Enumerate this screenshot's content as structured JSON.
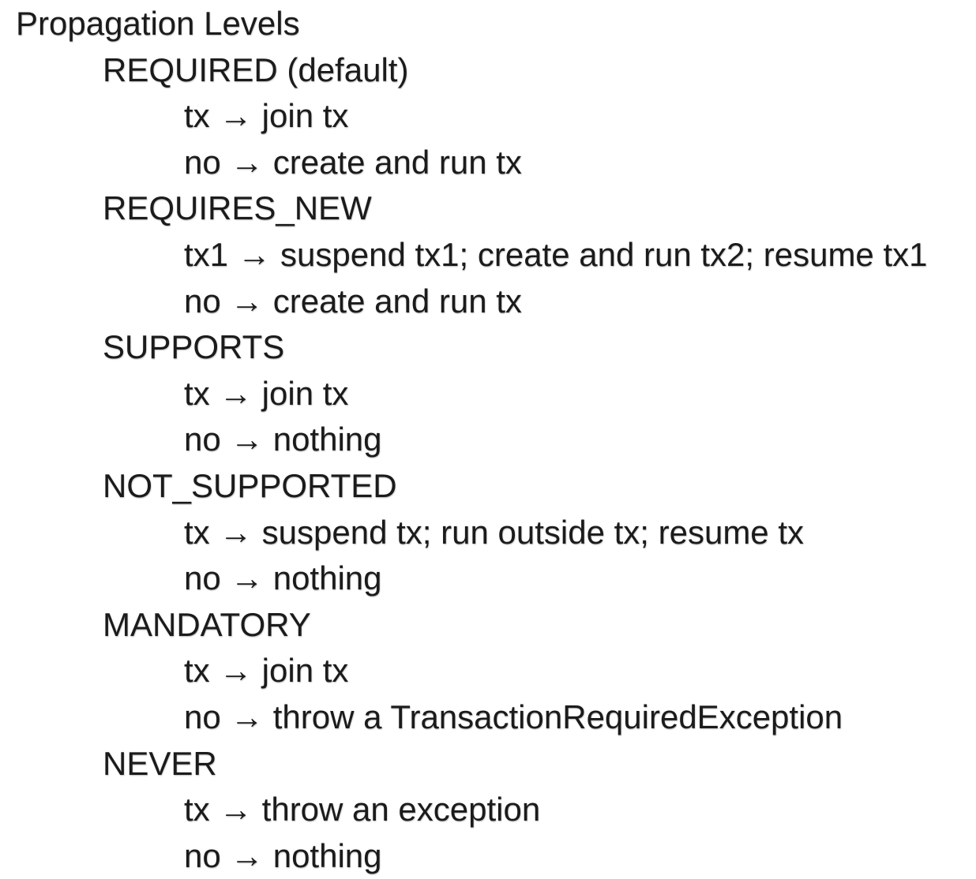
{
  "document": {
    "title": "Propagation Levels",
    "arrow_glyph": "→",
    "colors": {
      "text": "#1b1b1b",
      "background": "#ffffff"
    },
    "sections": [
      {
        "name": "REQUIRED (default)",
        "rules": [
          {
            "cond": "tx",
            "result": "join tx"
          },
          {
            "cond": "no",
            "result": "create and run tx"
          }
        ]
      },
      {
        "name": "REQUIRES_NEW",
        "rules": [
          {
            "cond": "tx1",
            "result": "suspend tx1; create and run tx2; resume tx1"
          },
          {
            "cond": "no",
            "result": "create and run tx"
          }
        ]
      },
      {
        "name": "SUPPORTS",
        "rules": [
          {
            "cond": "tx",
            "result": "join tx"
          },
          {
            "cond": "no",
            "result": "nothing"
          }
        ]
      },
      {
        "name": "NOT_SUPPORTED",
        "rules": [
          {
            "cond": "tx",
            "result": "suspend tx; run outside tx; resume tx"
          },
          {
            "cond": "no",
            "result": "nothing"
          }
        ]
      },
      {
        "name": "MANDATORY",
        "rules": [
          {
            "cond": "tx",
            "result": "join tx"
          },
          {
            "cond": "no",
            "result": "throw a TransactionRequiredException"
          }
        ]
      },
      {
        "name": "NEVER",
        "rules": [
          {
            "cond": "tx",
            "result": "throw an exception"
          },
          {
            "cond": "no",
            "result": "nothing"
          }
        ]
      }
    ]
  }
}
